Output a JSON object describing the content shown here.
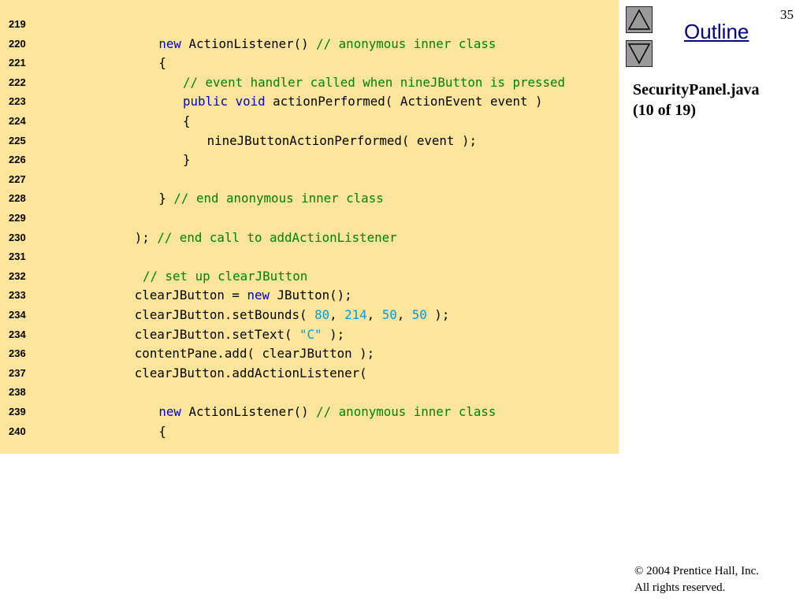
{
  "slide": {
    "page_number": "35",
    "outline_label": "Outline",
    "file_title_line1": "SecurityPanel.java",
    "file_title_line2": "(10 of 19)",
    "copyright_line1": "© 2004 Prentice Hall, Inc.",
    "copyright_line2": "All rights reserved.",
    "nav_up_icon": "up-triangle-icon",
    "nav_down_icon": "down-triangle-icon"
  },
  "colors": {
    "code_background": "#fde59b",
    "keyword": "#0000cc",
    "comment": "#008000",
    "literal": "#0099dd",
    "outline_link": "#000080"
  },
  "code": {
    "lines": [
      {
        "num": "219",
        "indent": 0,
        "tokens": []
      },
      {
        "num": "220",
        "indent": 12,
        "tokens": [
          {
            "t": "kw",
            "v": "new"
          },
          {
            "t": "pl",
            "v": " ActionListener() "
          },
          {
            "t": "cm",
            "v": "// anonymous inner class"
          }
        ]
      },
      {
        "num": "221",
        "indent": 12,
        "tokens": [
          {
            "t": "pl",
            "v": "{"
          }
        ]
      },
      {
        "num": "222",
        "indent": 15,
        "tokens": [
          {
            "t": "cm",
            "v": "// event handler called when nineJButton is pressed"
          }
        ]
      },
      {
        "num": "223",
        "indent": 15,
        "tokens": [
          {
            "t": "kw",
            "v": "public"
          },
          {
            "t": "pl",
            "v": " "
          },
          {
            "t": "kw",
            "v": "void"
          },
          {
            "t": "pl",
            "v": " actionPerformed( ActionEvent event )"
          }
        ]
      },
      {
        "num": "224",
        "indent": 15,
        "tokens": [
          {
            "t": "pl",
            "v": "{"
          }
        ]
      },
      {
        "num": "225",
        "indent": 18,
        "tokens": [
          {
            "t": "pl",
            "v": "nineJButtonActionPerformed( event );"
          }
        ]
      },
      {
        "num": "226",
        "indent": 15,
        "tokens": [
          {
            "t": "pl",
            "v": "}"
          }
        ]
      },
      {
        "num": "227",
        "indent": 0,
        "tokens": []
      },
      {
        "num": "228",
        "indent": 12,
        "tokens": [
          {
            "t": "pl",
            "v": "} "
          },
          {
            "t": "cm",
            "v": "// end anonymous inner class"
          }
        ]
      },
      {
        "num": "229",
        "indent": 0,
        "tokens": []
      },
      {
        "num": "230",
        "indent": 9,
        "tokens": [
          {
            "t": "pl",
            "v": "); "
          },
          {
            "t": "cm",
            "v": "// end call to addActionListener"
          }
        ]
      },
      {
        "num": "231",
        "indent": 0,
        "tokens": []
      },
      {
        "num": "232",
        "indent": 10,
        "tokens": [
          {
            "t": "cm",
            "v": "// set up clearJButton"
          }
        ]
      },
      {
        "num": "233",
        "indent": 9,
        "tokens": [
          {
            "t": "pl",
            "v": "clearJButton = "
          },
          {
            "t": "kw",
            "v": "new"
          },
          {
            "t": "pl",
            "v": " JButton();"
          }
        ]
      },
      {
        "num": "234",
        "indent": 9,
        "tokens": [
          {
            "t": "pl",
            "v": "clearJButton.setBounds( "
          },
          {
            "t": "num",
            "v": "80"
          },
          {
            "t": "pl",
            "v": ", "
          },
          {
            "t": "num",
            "v": "214"
          },
          {
            "t": "pl",
            "v": ", "
          },
          {
            "t": "num",
            "v": "50"
          },
          {
            "t": "pl",
            "v": ", "
          },
          {
            "t": "num",
            "v": "50"
          },
          {
            "t": "pl",
            "v": " );"
          }
        ]
      },
      {
        "num": "234",
        "indent": 9,
        "tokens": [
          {
            "t": "pl",
            "v": "clearJButton.setText( "
          },
          {
            "t": "str",
            "v": "\"C\""
          },
          {
            "t": "pl",
            "v": " );"
          }
        ]
      },
      {
        "num": "236",
        "indent": 9,
        "tokens": [
          {
            "t": "pl",
            "v": "contentPane.add( clearJButton );"
          }
        ]
      },
      {
        "num": "237",
        "indent": 9,
        "tokens": [
          {
            "t": "pl",
            "v": "clearJButton.addActionListener("
          }
        ]
      },
      {
        "num": "238",
        "indent": 0,
        "tokens": []
      },
      {
        "num": "239",
        "indent": 12,
        "tokens": [
          {
            "t": "kw",
            "v": "new"
          },
          {
            "t": "pl",
            "v": " ActionListener() "
          },
          {
            "t": "cm",
            "v": "// anonymous inner class"
          }
        ]
      },
      {
        "num": "240",
        "indent": 12,
        "tokens": [
          {
            "t": "pl",
            "v": "{"
          }
        ]
      }
    ]
  }
}
